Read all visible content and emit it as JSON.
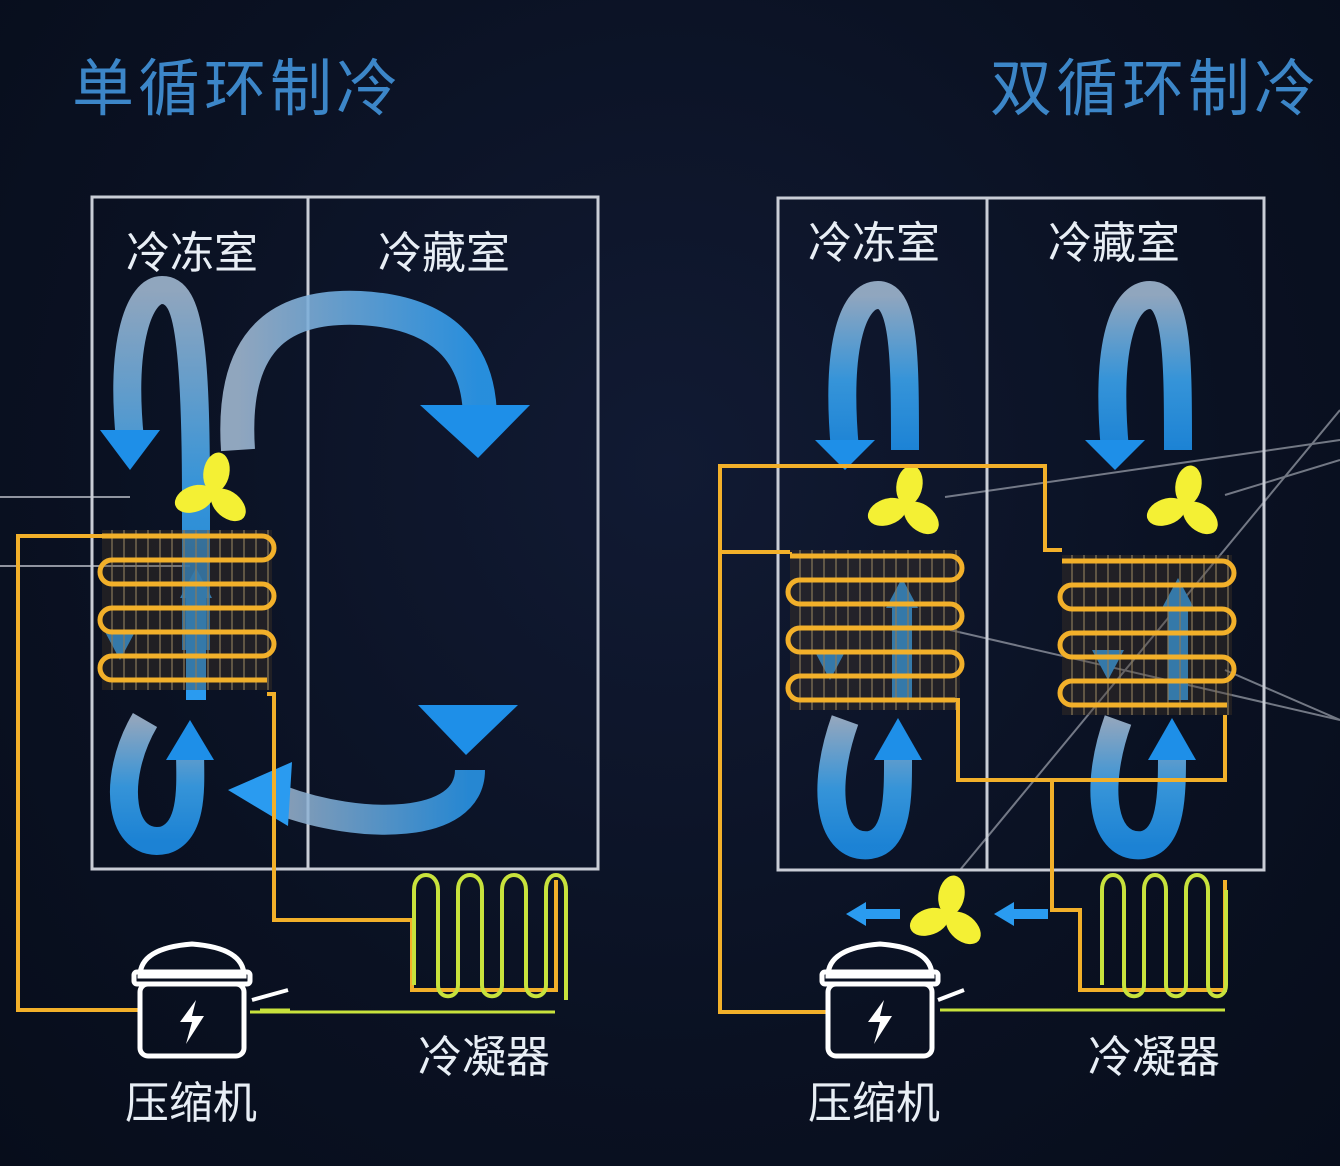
{
  "single": {
    "title": "单循环制冷",
    "freezer": "冷冻室",
    "fridge": "冷藏室",
    "compressor": "压缩机",
    "condenser": "冷凝器"
  },
  "dual": {
    "title": "双循环制冷",
    "freezer": "冷冻室",
    "fridge": "冷藏室",
    "compressor": "压缩机",
    "condenser": "冷凝器"
  },
  "colors": {
    "airflow": "#2f9ff0",
    "pipe": "#f2b02a",
    "condenser_pipe": "#c8e23c",
    "fan": "#f4f034",
    "cabinet_line": "#c9cdd6",
    "title": "#3c86c8"
  },
  "icons": [
    "fan-icon",
    "compressor-icon",
    "lightning-icon",
    "evaporator-coil",
    "condenser-coil",
    "airflow-arrow"
  ]
}
